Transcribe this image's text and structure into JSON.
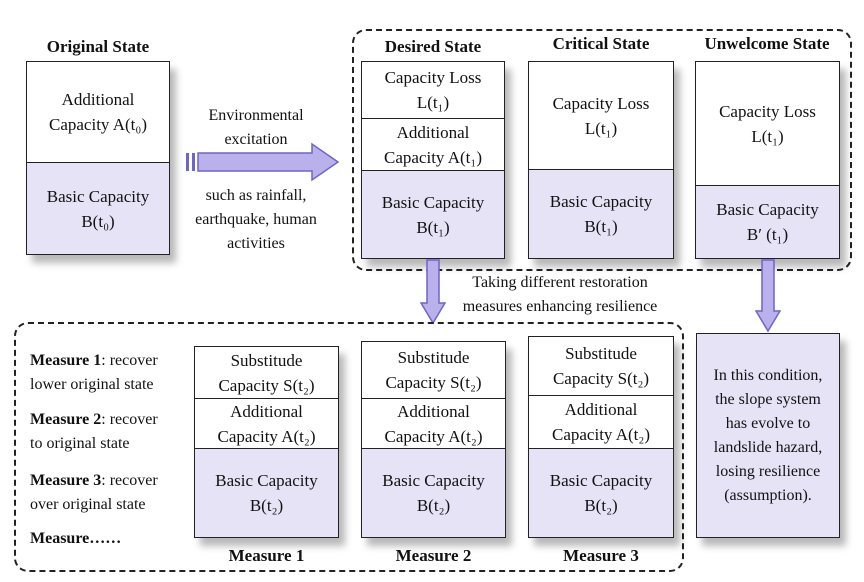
{
  "original": {
    "title": "Original State",
    "top": [
      "Additional",
      "Capacity A(t₀)"
    ],
    "bottom": [
      "Basic Capacity",
      "B(t₀)"
    ]
  },
  "excitation": {
    "above": [
      "Environmental",
      "excitation"
    ],
    "below": [
      "such as rainfall,",
      "earthquake, human",
      "activities"
    ]
  },
  "states": [
    {
      "title": "Desired State",
      "segments": [
        [
          "Capacity Loss",
          "L(t₁)"
        ],
        [
          "Additional",
          "Capacity A(t₁)"
        ],
        [
          "Basic Capacity",
          "B(t₁)"
        ]
      ]
    },
    {
      "title": "Critical State",
      "segments": [
        [
          "Capacity Loss",
          "L(t₁)"
        ],
        [
          "Basic Capacity",
          "B(t₁)"
        ]
      ]
    },
    {
      "title": "Unwelcome State",
      "segments": [
        [
          "Capacity Loss",
          "L(t₁)"
        ],
        [
          "Basic Capacity",
          "B′ (t₁)"
        ]
      ]
    }
  ],
  "restoration": [
    "Taking different restoration",
    "measures enhancing resilience"
  ],
  "measures_text": [
    {
      "bold": "Measure 1",
      "rest": ": recover",
      "line2": "lower original state"
    },
    {
      "bold": "Measure 2",
      "rest": ": recover",
      "line2": "to original state"
    },
    {
      "bold": "Measure 3",
      "rest": ": recover",
      "line2": "over original state"
    },
    {
      "bold": "Measure……",
      "rest": "",
      "line2": ""
    }
  ],
  "measure_boxes": [
    {
      "title": "Measure 1",
      "segments": [
        [
          "Substitude",
          "Capacity S(t₂)"
        ],
        [
          "Additional",
          "Capacity A(t₂)"
        ],
        [
          "Basic Capacity",
          "B(t₂)"
        ]
      ]
    },
    {
      "title": "Measure 2",
      "segments": [
        [
          "Substitude",
          "Capacity S(t₂)"
        ],
        [
          "Additional",
          "Capacity A(t₂)"
        ],
        [
          "Basic Capacity",
          "B(t₂)"
        ]
      ]
    },
    {
      "title": "Measure 3",
      "segments": [
        [
          "Substitude",
          "Capacity S(t₂)"
        ],
        [
          "Additional",
          "Capacity A(t₂)"
        ],
        [
          "Basic Capacity",
          "B(t₂)"
        ]
      ]
    }
  ],
  "loss_box": [
    "In this condition,",
    "the slope system",
    "has evolve to",
    "landslide hazard,",
    "losing resilience",
    "(assumption)."
  ],
  "colors": {
    "fill": "#e6e3f7",
    "arrow": "#b9b0ec",
    "arrow_stroke": "#6f64c8"
  }
}
